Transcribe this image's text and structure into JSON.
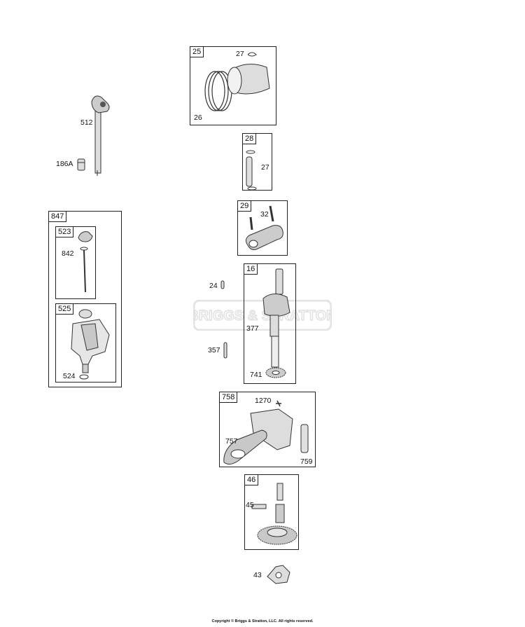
{
  "watermark": "BRIGGS & STRATTON",
  "copyright": "Copyright © Briggs & Stratton, LLC. All rights reserved.",
  "callouts": {
    "c512": "512",
    "c186A": "186A",
    "c847": "847",
    "c523": "523",
    "c842": "842",
    "c525": "525",
    "c524": "524",
    "c25": "25",
    "c27a": "27",
    "c26": "26",
    "c28": "28",
    "c27b": "27",
    "c29": "29",
    "c32": "32",
    "c16": "16",
    "c24": "24",
    "c377": "377",
    "c357": "357",
    "c741": "741",
    "c758": "758",
    "c1270": "1270",
    "c757": "757",
    "c759": "759",
    "c46": "46",
    "c45": "45",
    "c43": "43"
  }
}
